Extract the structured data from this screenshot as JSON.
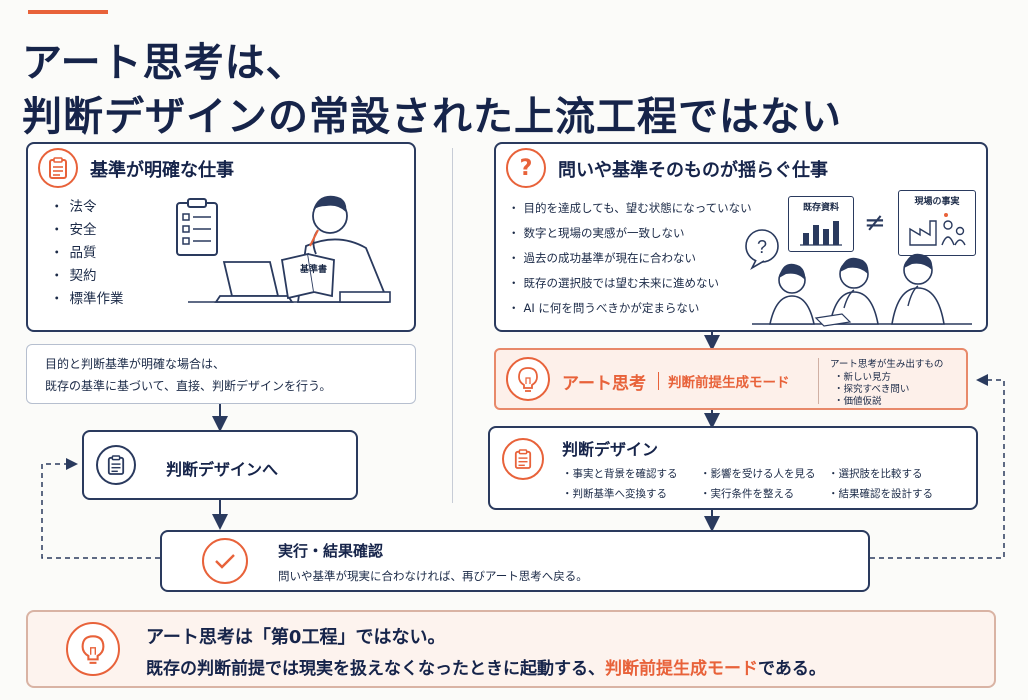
{
  "title": {
    "line1": "アート思考は、",
    "line2": "判断デザインの常設された上流工程ではない"
  },
  "left_card": {
    "heading": "基準が明確な仕事",
    "items": [
      "法令",
      "安全",
      "品質",
      "契約",
      "標準作業"
    ],
    "book_label": "基準書"
  },
  "left_note": {
    "line1": "目的と判断基準が明確な場合は、",
    "line2": "既存の基準に基づいて、直接、判断デザインを行う。"
  },
  "left_design": {
    "label": "判断デザインへ"
  },
  "right_card": {
    "heading": "問いや基準そのものが揺らぐ仕事",
    "items": [
      "目的を達成しても、望む状態になっていない",
      "数字と現場の実感が一致しない",
      "過去の成功基準が現在に合わない",
      "既存の選択肢では望む未来に進めない",
      "AI に何を問うべきかが定まらない"
    ],
    "doc_label": "既存資料",
    "field_label": "現場の事実",
    "not_equal": "≠",
    "question_mark": "?"
  },
  "art_mode": {
    "label": "アート思考",
    "sub": "判断前提生成モード",
    "out_title": "アート思考が生み出すもの",
    "outputs": [
      "新しい見方",
      "探究すべき問い",
      "価値仮説"
    ]
  },
  "design_card": {
    "heading": "判断デザイン",
    "items": [
      "事実と背景を確認する",
      "影響を受ける人を見る",
      "選択肢を比較する",
      "判断基準へ変換する",
      "実行条件を整える",
      "結果確認を設計する"
    ]
  },
  "exec_card": {
    "heading": "実行・結果確認",
    "desc": "問いや基準が現実に合わなければ、再びアート思考へ戻る。"
  },
  "bottom": {
    "line1": "アート思考は「第0工程」ではない。",
    "line2_pre": "既存の判断前提では現実を扱えなくなったときに起動する、",
    "line2_highlight": "判断前提生成モード",
    "line2_post": "である。"
  },
  "colors": {
    "accent": "#e8623a",
    "navy": "#2a3a5e",
    "ink": "#16244a"
  }
}
